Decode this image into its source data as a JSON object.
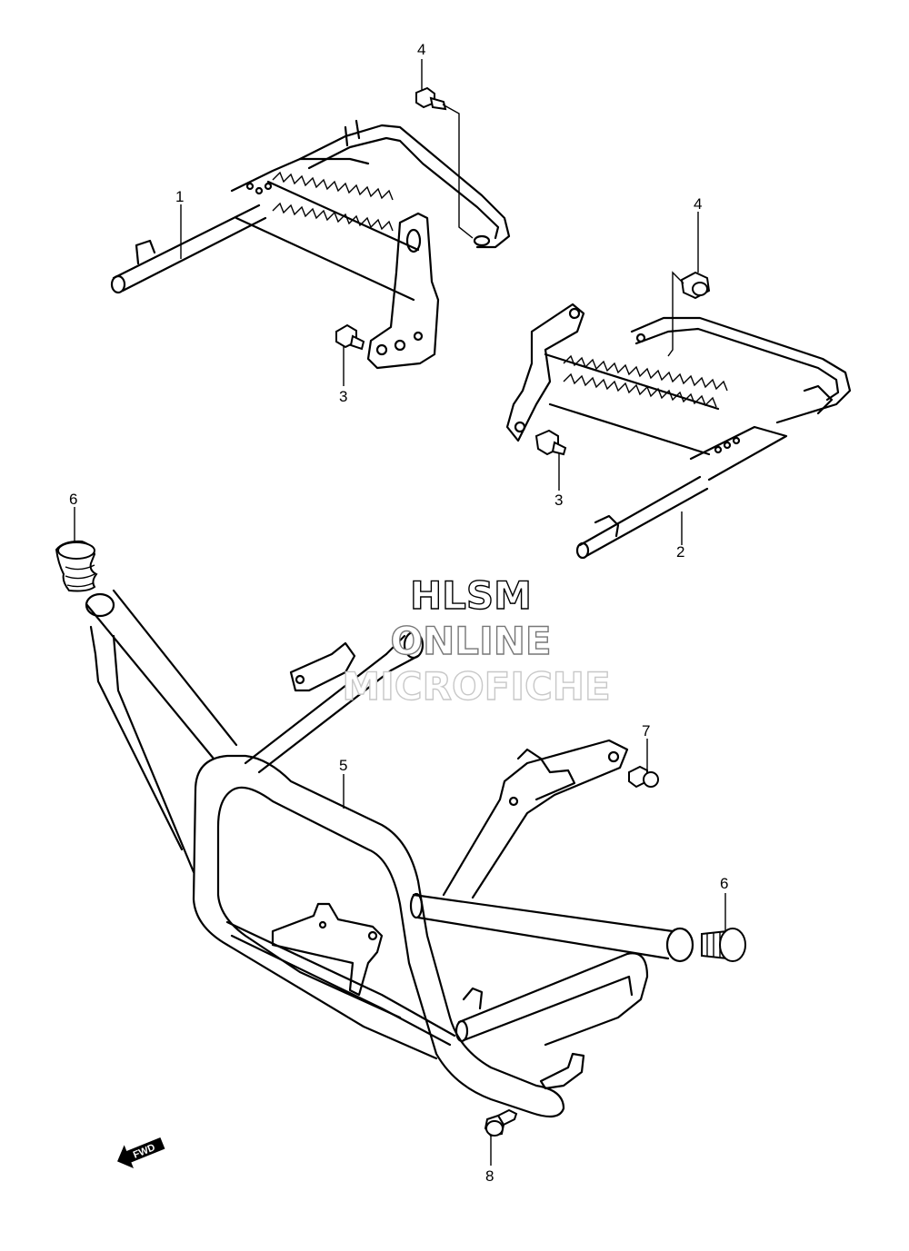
{
  "callouts": {
    "c1": "1",
    "c2": "2",
    "c3a": "3",
    "c3b": "3",
    "c4a": "4",
    "c4b": "4",
    "c5": "5",
    "c6a": "6",
    "c6b": "6",
    "c7": "7",
    "c8": "8"
  },
  "watermark": {
    "line1": "HLSM",
    "line2": "ONLINE",
    "line3": "MICROFICHE"
  },
  "direction_marker": {
    "label": "FWD",
    "icon": "forward-arrow-icon"
  }
}
